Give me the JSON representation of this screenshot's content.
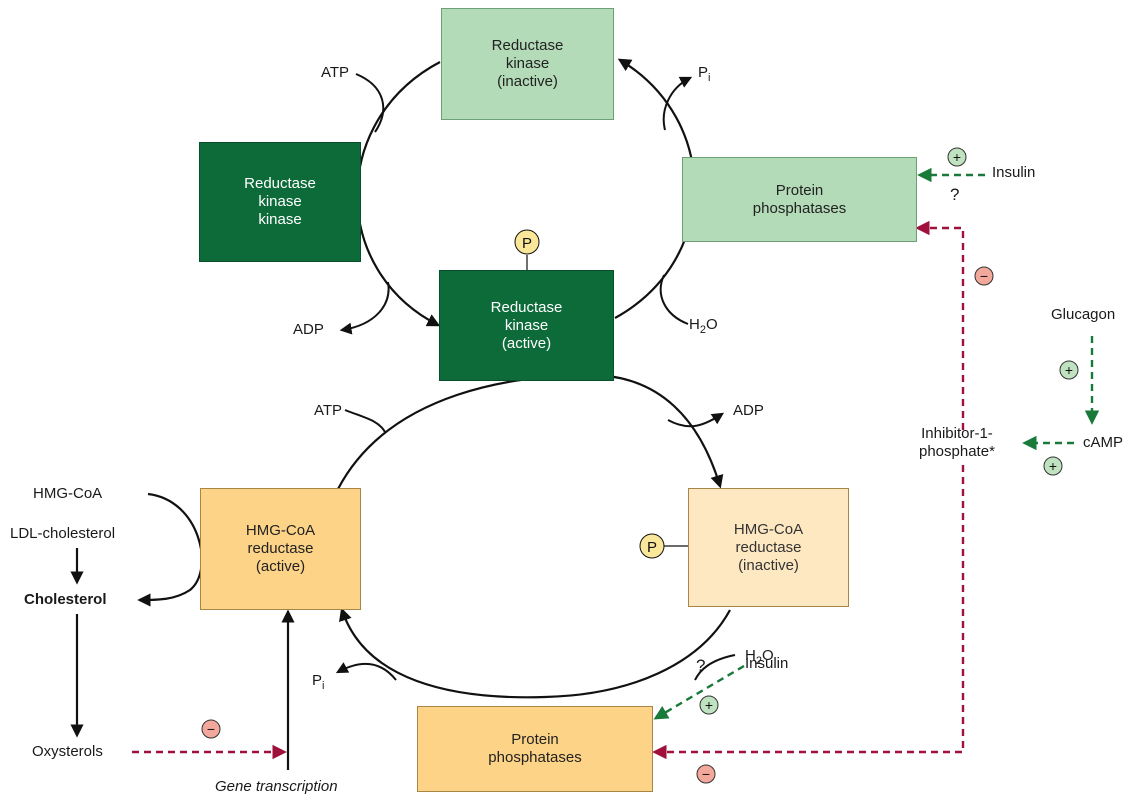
{
  "boxes": {
    "reductase_kinase_inactive": [
      "Reductase",
      "kinase",
      "(inactive)"
    ],
    "reductase_kinase_kinase": [
      "Reductase",
      "kinase",
      "kinase"
    ],
    "reductase_kinase_active": [
      "Reductase",
      "kinase",
      "(active)"
    ],
    "protein_phosphatases_top": [
      "Protein",
      "phosphatases"
    ],
    "hmg_coa_reductase_active": [
      "HMG-CoA",
      "reductase",
      "(active)"
    ],
    "hmg_coa_reductase_inactive": [
      "HMG-CoA",
      "reductase",
      "(inactive)"
    ],
    "protein_phosphatases_bottom": [
      "Protein",
      "phosphatases"
    ]
  },
  "labels": {
    "atp_top": "ATP",
    "pi_top_main": "P",
    "pi_top_sub": "i",
    "adp_top": "ADP",
    "h2o_top_h": "H",
    "h2o_top_sub": "2",
    "h2o_top_o": "O",
    "insulin_top": "Insulin",
    "question_top": "?",
    "glucagon": "Glucagon",
    "camp": "cAMP",
    "inhibitor_line1": "Inhibitor-1-",
    "inhibitor_line2": "phosphate*",
    "atp_bottom": "ATP",
    "adp_bottom": "ADP",
    "hmg_coa": "HMG-CoA",
    "ldl_cholesterol": "LDL-cholesterol",
    "cholesterol": "Cholesterol",
    "oxysterols": "Oxysterols",
    "gene_transcription": "Gene transcription",
    "h2o_bottom_h": "H",
    "h2o_bottom_sub": "2",
    "h2o_bottom_o": "O",
    "pi_bottom_main": "P",
    "pi_bottom_sub": "i",
    "insulin_bottom": "Insulin",
    "question_bottom": "?"
  },
  "symbols": {
    "phosphate": "P",
    "plus": "+",
    "minus": "−"
  },
  "colors": {
    "dark_green": "#0d6b3a",
    "light_green": "#b3dbb7",
    "orange": "#fdd387",
    "pale_orange": "#fde8c2",
    "phosphate_yellow": "#fbe79a",
    "activation_green": "#1a7a3a",
    "inhibition_red": "#a0103d",
    "plus_circle": "#bfe3c0",
    "minus_circle": "#f2a89a"
  }
}
